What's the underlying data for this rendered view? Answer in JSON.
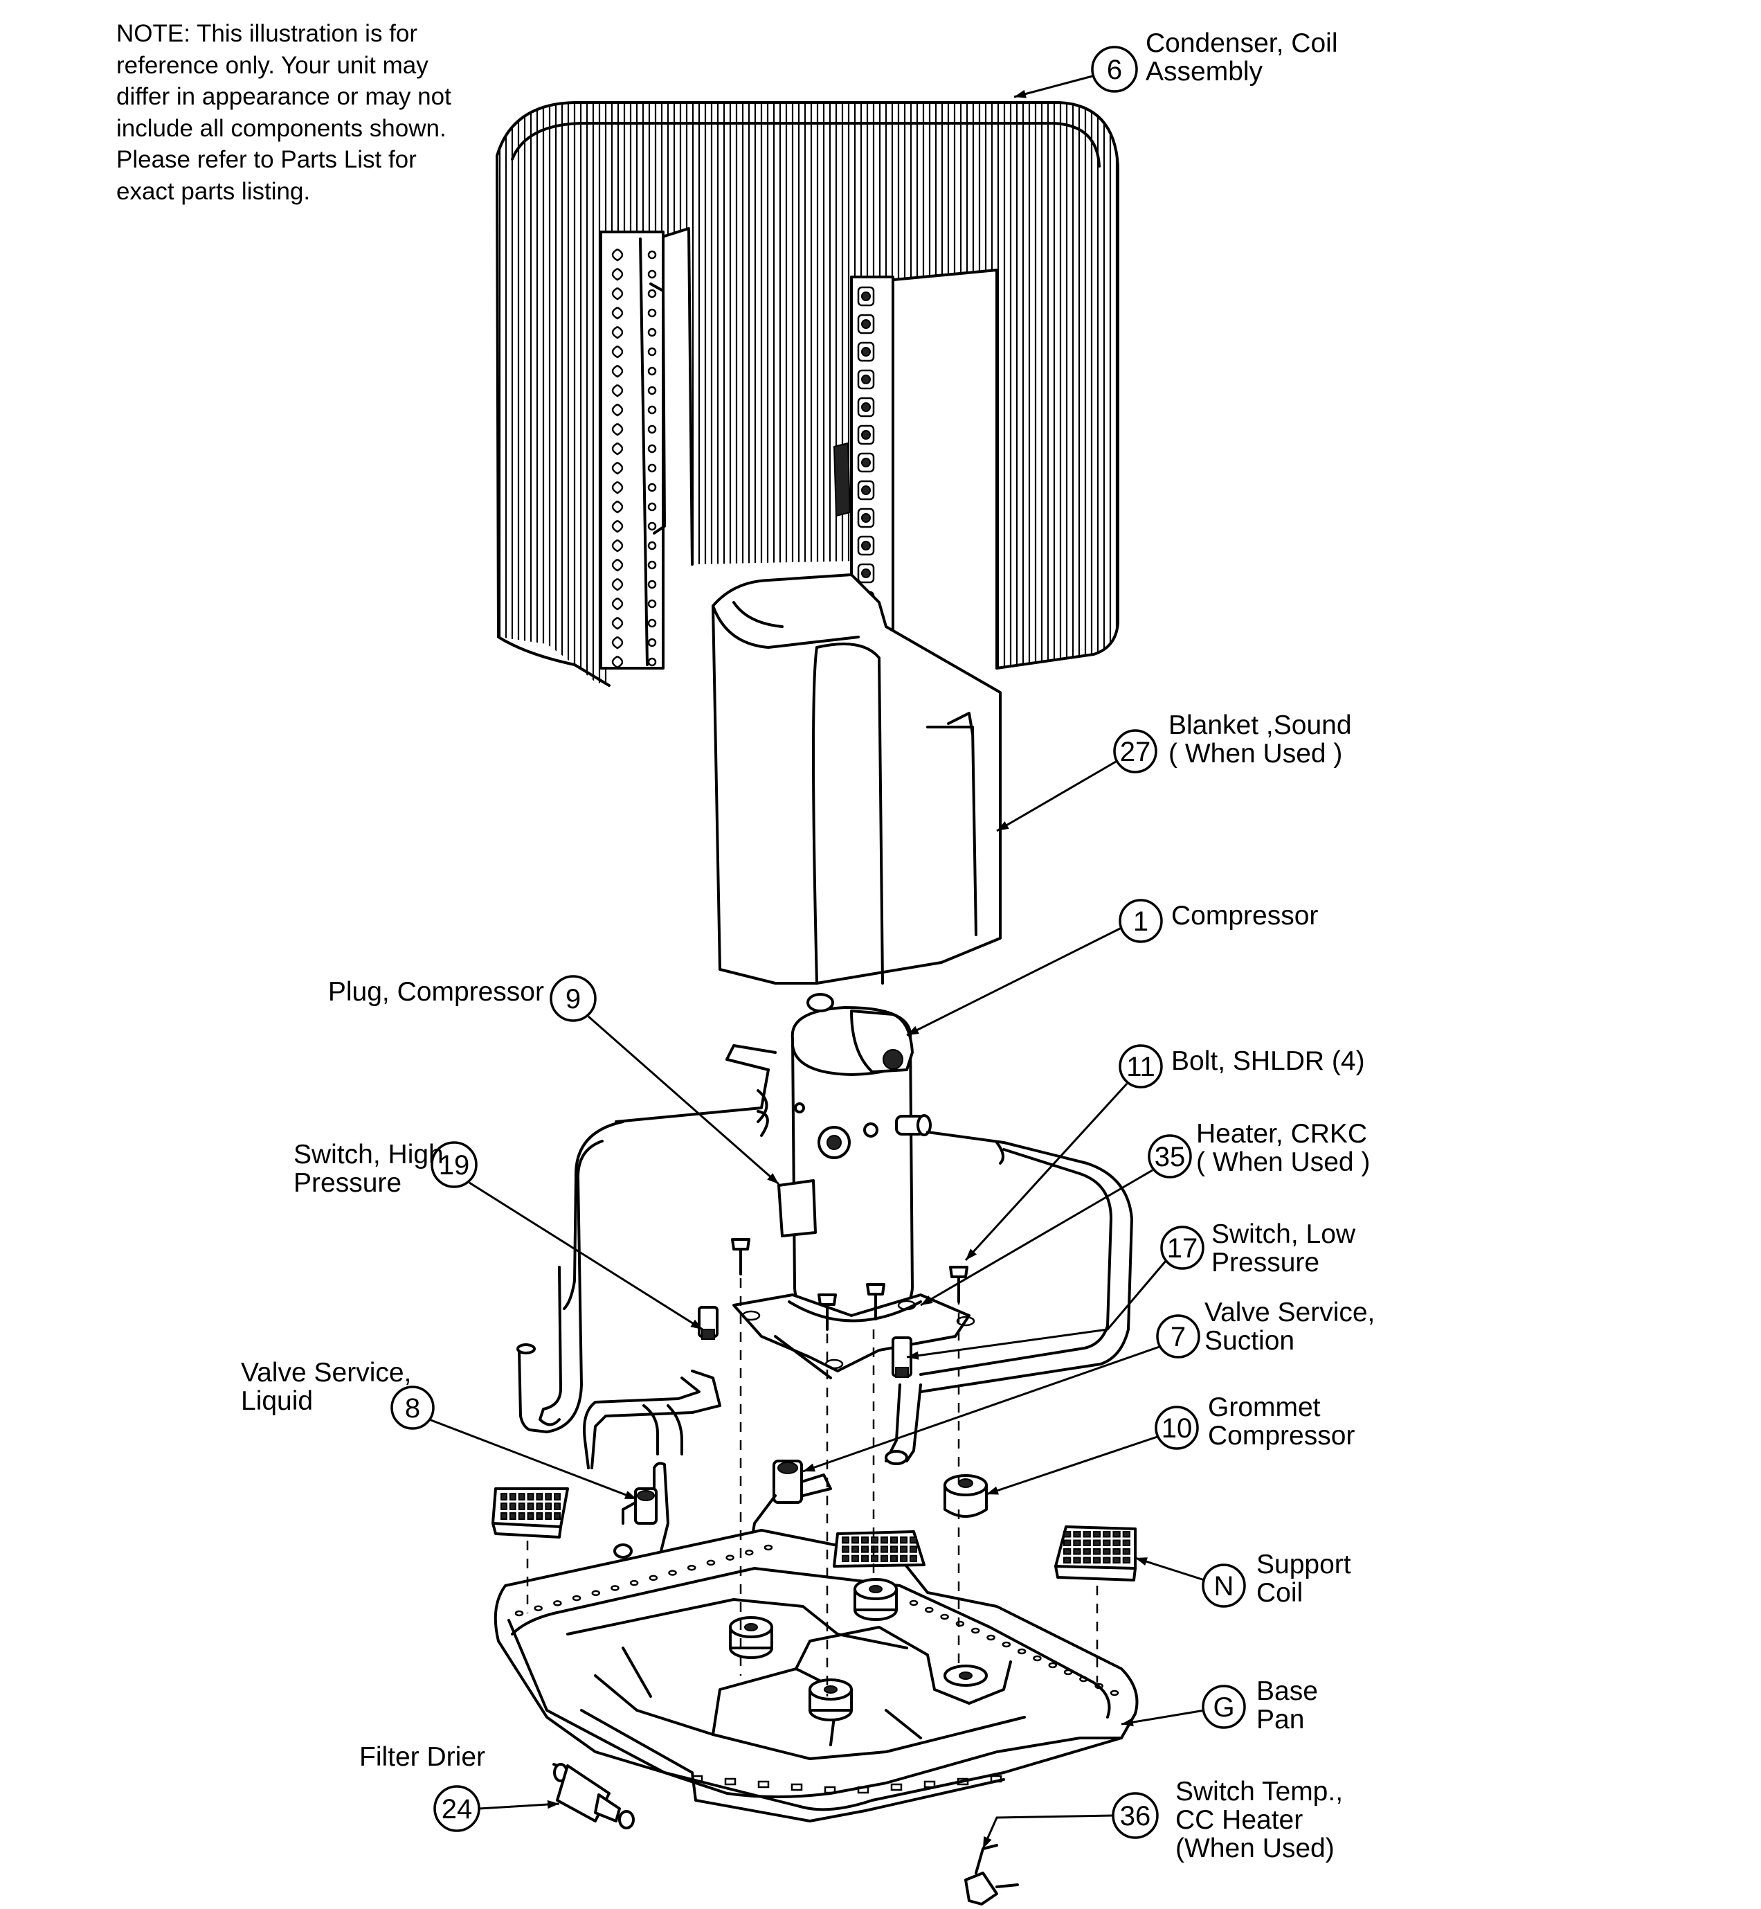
{
  "note": "NOTE: This illustration is for\nreference only.  Your unit may\ndiffer in appearance or may not\ninclude all components shown.\nPlease refer to Parts List for\nexact parts listing.",
  "callouts": [
    {
      "id": "6",
      "lines": [
        "Condenser, Coil",
        "Assembly"
      ]
    },
    {
      "id": "27",
      "lines": [
        "Blanket ,Sound",
        "( When Used )"
      ]
    },
    {
      "id": "1",
      "lines": [
        "Compressor"
      ]
    },
    {
      "id": "9",
      "lines": [
        "Plug, Compressor"
      ]
    },
    {
      "id": "11",
      "lines": [
        "Bolt, SHLDR (4)"
      ]
    },
    {
      "id": "35",
      "lines": [
        "Heater, CRKC",
        "( When Used )"
      ]
    },
    {
      "id": "19",
      "lines": [
        "Switch, High",
        "Pressure"
      ]
    },
    {
      "id": "17",
      "lines": [
        "Switch, Low",
        "Pressure"
      ]
    },
    {
      "id": "7",
      "lines": [
        "Valve Service,",
        "Suction"
      ]
    },
    {
      "id": "8",
      "lines": [
        "Valve Service,",
        "Liquid"
      ]
    },
    {
      "id": "10",
      "lines": [
        "Grommet",
        "Compressor"
      ]
    },
    {
      "id": "N",
      "lines": [
        "Support",
        "Coil"
      ]
    },
    {
      "id": "G",
      "lines": [
        "Base",
        "Pan"
      ]
    },
    {
      "id": "24",
      "lines": [
        "Filter Drier"
      ]
    },
    {
      "id": "36",
      "lines": [
        "Switch Temp.,",
        "CC Heater",
        "(When Used)"
      ]
    }
  ]
}
